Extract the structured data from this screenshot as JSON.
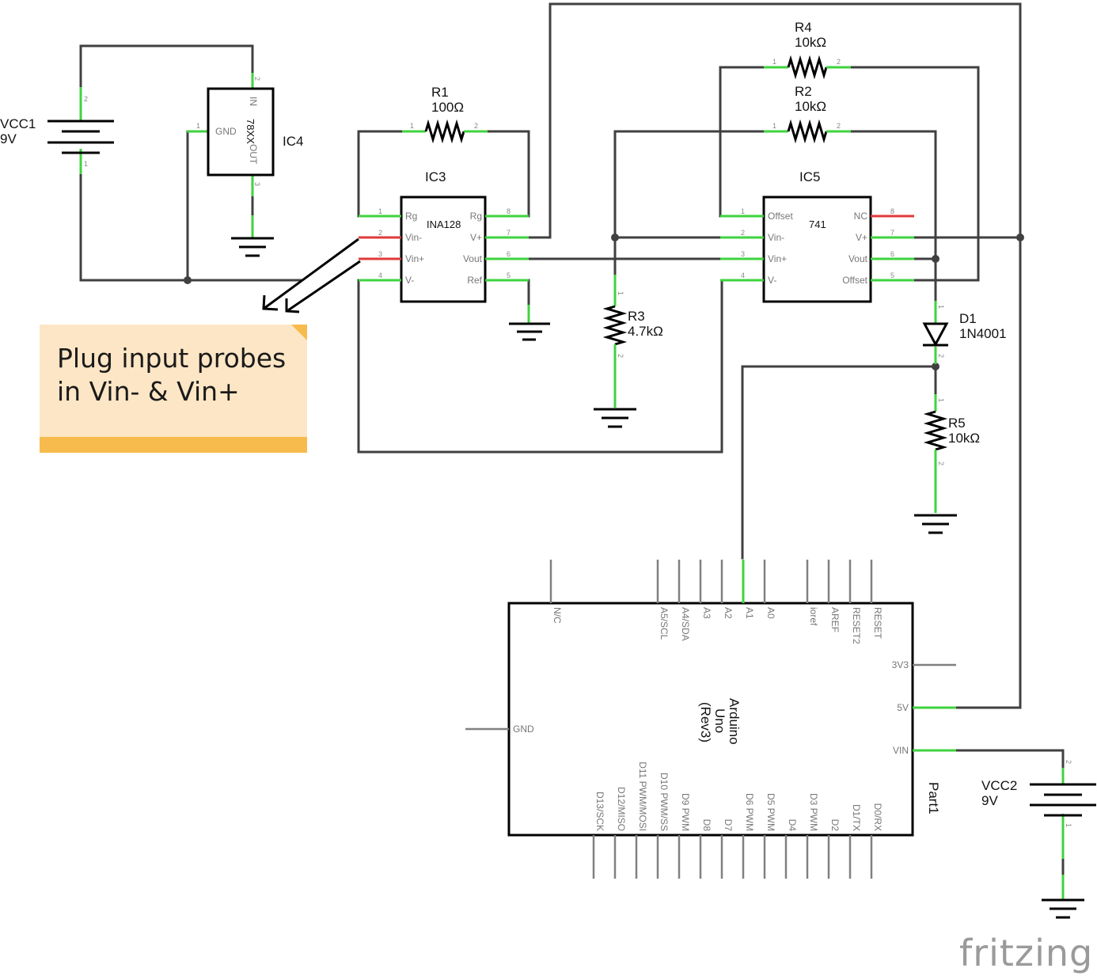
{
  "components": {
    "vcc1": {
      "name": "VCC1",
      "value": "9V"
    },
    "vcc2": {
      "name": "VCC2",
      "value": "9V"
    },
    "ic4": {
      "name": "IC4",
      "part": "78XX",
      "pins": {
        "gnd": "GND",
        "in": "IN",
        "out": "OUT"
      }
    },
    "r1": {
      "name": "R1",
      "value": "100Ω"
    },
    "r2": {
      "name": "R2",
      "value": "10kΩ"
    },
    "r3": {
      "name": "R3",
      "value": "4.7kΩ"
    },
    "r4": {
      "name": "R4",
      "value": "10kΩ"
    },
    "r5": {
      "name": "R5",
      "value": "10kΩ"
    },
    "d1": {
      "name": "D1",
      "value": "1N4001"
    },
    "ic3": {
      "name": "IC3",
      "part": "INA128",
      "left_pins": [
        "Rg",
        "Vin-",
        "Vin+",
        "V-"
      ],
      "right_pins": [
        "Rg",
        "V+",
        "Vout",
        "Ref"
      ]
    },
    "ic5": {
      "name": "IC5",
      "part": "741",
      "left_pins": [
        "Offset",
        "Vin-",
        "Vin+",
        "V-"
      ],
      "right_pins": [
        "NC",
        "V+",
        "Vout",
        "Offset"
      ]
    },
    "arduino": {
      "name": "Part1",
      "title": [
        "Arduino",
        "Uno",
        "(Rev3)"
      ],
      "top_pins": [
        "N/C",
        "A5/SCL",
        "A4/SDA",
        "A3",
        "A2",
        "A1",
        "A0",
        "ioref",
        "AREF",
        "RESET2",
        "RESET"
      ],
      "bottom_pins": [
        "D13/SCK",
        "D12/MISO",
        "D11 PWM/MOSI",
        "D10 PWM/SS",
        "D9 PWM",
        "D8",
        "D7",
        "D6 PWM",
        "D5 PWM",
        "D4",
        "D3 PWM",
        "D2",
        "D1/TX",
        "D0/RX"
      ],
      "right_pins": [
        "3V3",
        "5V",
        "VIN"
      ],
      "left_pins": [
        "GND"
      ]
    }
  },
  "pin_numbers": [
    "1",
    "2",
    "3",
    "4",
    "5",
    "6",
    "7",
    "8"
  ],
  "note": {
    "lines": [
      "Plug input probes",
      "in Vin- & Vin+"
    ]
  },
  "brand": "fritzing",
  "colors": {
    "wire": "#404040",
    "pin": "#3fd33f",
    "unconnected_pin": "#e03a3a",
    "note_bg": "#fde6c5",
    "note_accent": "#f7bb4d"
  }
}
